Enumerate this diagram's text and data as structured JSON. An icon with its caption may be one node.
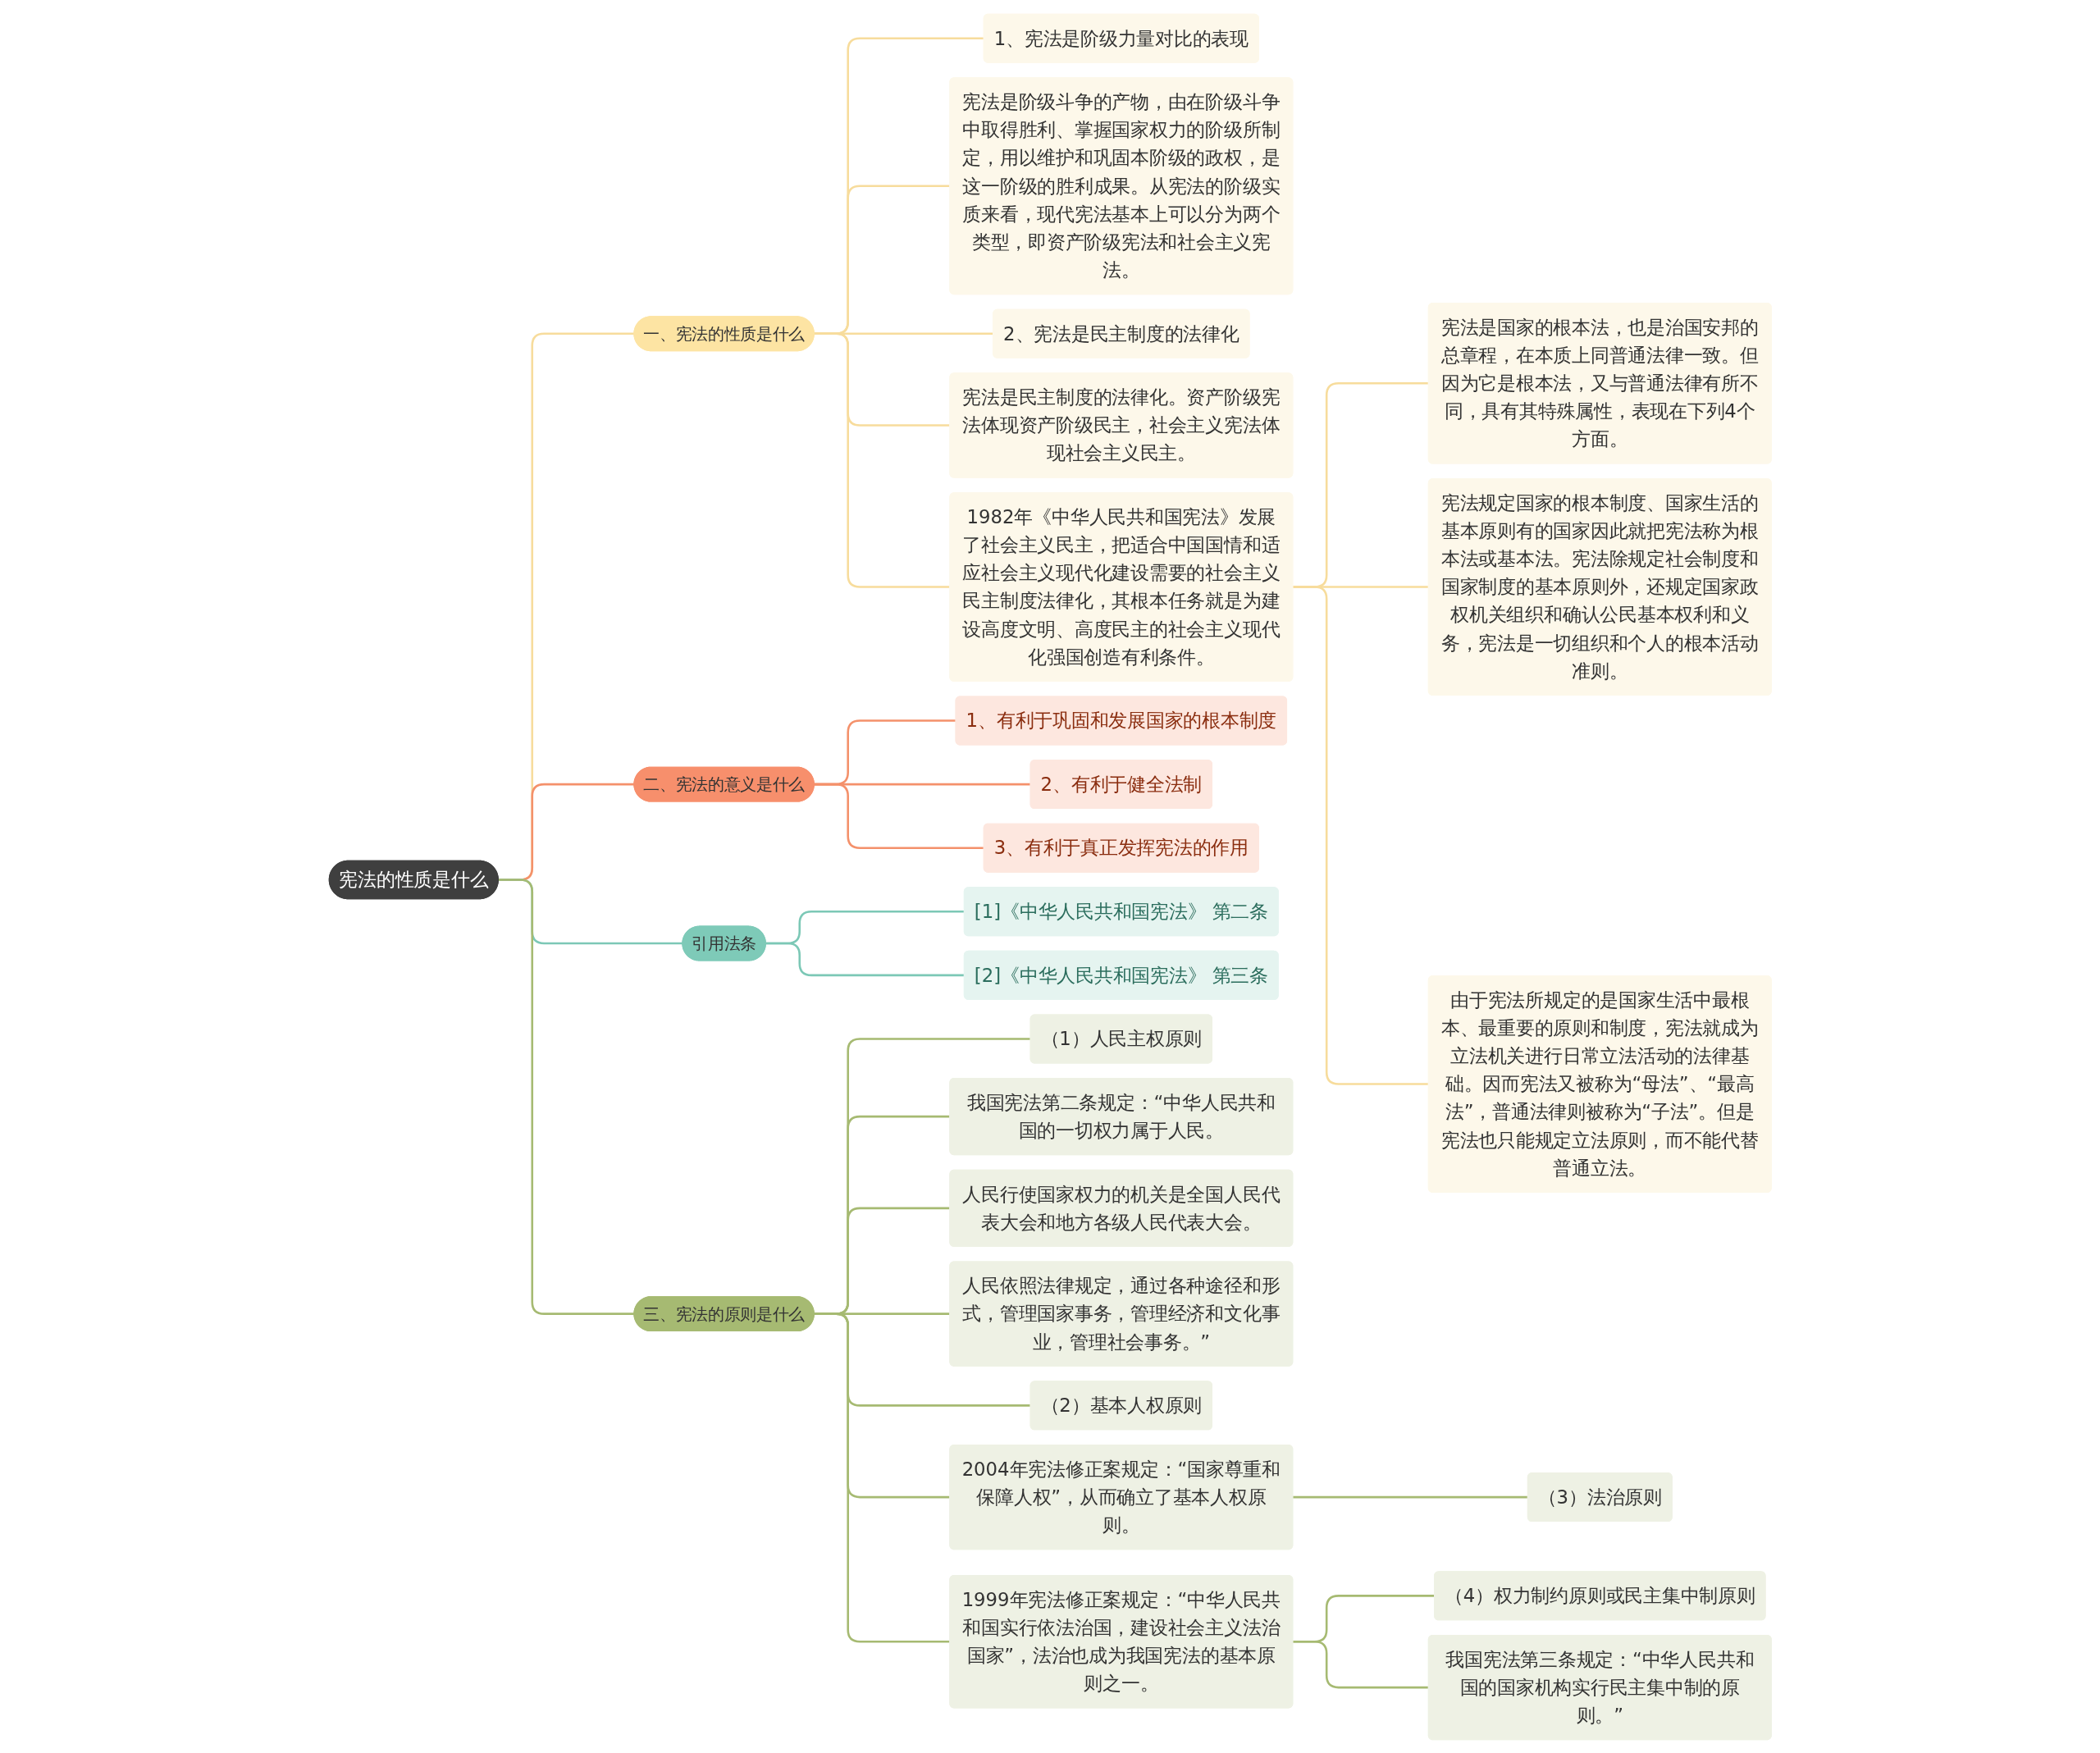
{
  "diagram": {
    "nodes": [
      {
        "text": [
          "宪法的性质是什么"
        ]
      },
      {
        "text": [
          "一、宪法的性质是什么"
        ]
      },
      {
        "text": [
          "1、宪法是阶级力量对比的表现"
        ]
      },
      {
        "text": [
          "宪法是阶级斗争的产物，由在阶级斗争中取得胜利、掌握国家权力的阶级所制定，用以维护和巩固本阶级的政权，是这一阶级的胜利成果。从宪法的阶级实质来看，现代宪法基本上可以分为两个类型，即资产阶级宪法和社会主义宪法。"
        ]
      },
      {
        "text": [
          "2、宪法是民主制度的法律化"
        ]
      },
      {
        "text": [
          "宪法是民主制度的法律化。资产阶级宪法体现资产阶级民主，社会主义宪法体现社会主义民主。"
        ]
      },
      {
        "text": [
          "1982年《中华人民共和国宪法》发展了社会主义民主，把适合中国国情和适应社会主义现代化建设需要的社会主义民主制度法律化，其根本任务就是为建设高度文明、高度民主的社会主义现代化强国创造有利条件。"
        ]
      },
      {
        "text": [
          "宪法是国家的根本法，也是治国安邦的总章程，在本质上同普通法律一致。但因为它是根本法，又与普通法律有所不同，具有其特殊属性，表现在下列4个方面。"
        ]
      },
      {
        "text": [
          "宪法规定国家的根本制度、国家生活的基本原则有的国家因此就把宪法称为根本法或基本法。宪法除规定社会制度和国家制度的基本原则外，还规定国家政权机关组织和确认公民基本权利和义务，宪法是一切组织和个人的根本活动准则。"
        ]
      },
      {
        "text": [
          "由于宪法所规定的是国家生活中最根本、最重要的原则和制度，宪法就成为立法机关进行日常立法活动的法律基础。因而宪法又被称为“母法”、“最高法”，普通法律则被称为“子法”。但是宪法也只能规定立法原则，而不能代替普通立法。"
        ]
      },
      {
        "text": [
          "二、宪法的意义是什么"
        ]
      },
      {
        "text": [
          "1、有利于巩固和发展国家的根本制度"
        ]
      },
      {
        "text": [
          "2、有利于健全法制"
        ]
      },
      {
        "text": [
          "3、有利于真正发挥宪法的作用"
        ]
      },
      {
        "text": [
          "引用法条"
        ]
      },
      {
        "text": [
          "[1]《中华人民共和国宪法》 第二条"
        ]
      },
      {
        "text": [
          "[2]《中华人民共和国宪法》 第三条"
        ]
      },
      {
        "text": [
          "三、宪法的原则是什么"
        ]
      },
      {
        "text": [
          "（1）人民主权原则"
        ]
      },
      {
        "text": [
          "我国宪法第二条规定：“中华人民共和国的一切权力属于人民。"
        ]
      },
      {
        "text": [
          "人民行使国家权力的机关是全国人民代表大会和地方各级人民代表大会。"
        ]
      },
      {
        "text": [
          "人民依照法律规定，通过各种途径和形式，管理国家事务，管理经济和文化事业，管理社会事务。”"
        ]
      },
      {
        "text": [
          "（2）基本人权原则"
        ]
      },
      {
        "text": [
          "2004年宪法修正案规定：“国家尊重和保障人权”，从而确立了基本人权原则。"
        ]
      },
      {
        "text": [
          "（3）法治原则"
        ]
      },
      {
        "text": [
          "1999年宪法修正案规定：“中华人民共和国实行依法治国，建设社会主义法治国家”，法治也成为我国宪法的基本原则之一。"
        ]
      },
      {
        "text": [
          "（4）权力制约原则或民主集中制原则"
        ]
      },
      {
        "text": [
          "我国宪法第三条规定：“中华人民共和国的国家机构实行民主集中制的原则。”"
        ]
      }
    ],
    "edges": [
      {
        "from": 0,
        "to": 1,
        "arrow": "none",
        "color": "#f7dc9c"
      },
      {
        "from": 1,
        "to": 2,
        "arrow": "none",
        "color": "#f7dc9c"
      },
      {
        "from": 1,
        "to": 3,
        "arrow": "none",
        "color": "#f7dc9c"
      },
      {
        "from": 1,
        "to": 4,
        "arrow": "none",
        "color": "#f7dc9c"
      },
      {
        "from": 1,
        "to": 5,
        "arrow": "none",
        "color": "#f7dc9c"
      },
      {
        "from": 1,
        "to": 6,
        "arrow": "none",
        "color": "#f7dc9c"
      },
      {
        "from": 6,
        "to": 7,
        "arrow": "none",
        "color": "#f7dc9c"
      },
      {
        "from": 6,
        "to": 8,
        "arrow": "none",
        "color": "#f7dc9c"
      },
      {
        "from": 6,
        "to": 9,
        "arrow": "none",
        "color": "#f7dc9c"
      },
      {
        "from": 0,
        "to": 10,
        "arrow": "none",
        "color": "#f4916b"
      },
      {
        "from": 10,
        "to": 11,
        "arrow": "none",
        "color": "#f4916b"
      },
      {
        "from": 10,
        "to": 12,
        "arrow": "none",
        "color": "#f4916b"
      },
      {
        "from": 10,
        "to": 13,
        "arrow": "none",
        "color": "#f4916b"
      },
      {
        "from": 0,
        "to": 14,
        "arrow": "none",
        "color": "#7cc8b6"
      },
      {
        "from": 14,
        "to": 15,
        "arrow": "none",
        "color": "#7cc8b6"
      },
      {
        "from": 14,
        "to": 16,
        "arrow": "none",
        "color": "#7cc8b6"
      },
      {
        "from": 0,
        "to": 17,
        "arrow": "none"
      },
      {
        "from": 17,
        "to": 18,
        "arrow": "none"
      },
      {
        "from": 17,
        "to": 19,
        "arrow": "none"
      },
      {
        "from": 17,
        "to": 20,
        "arrow": "none"
      },
      {
        "from": 17,
        "to": 21,
        "arrow": "none"
      },
      {
        "from": 17,
        "to": 22,
        "arrow": "none"
      },
      {
        "from": 17,
        "to": 23,
        "arrow": "none"
      },
      {
        "from": 17,
        "to": 25,
        "arrow": "none"
      },
      {
        "from": 23,
        "to": 24,
        "arrow": "none"
      },
      {
        "from": 25,
        "to": 26,
        "arrow": "none"
      },
      {
        "from": 25,
        "to": 27,
        "arrow": "none"
      }
    ]
  }
}
